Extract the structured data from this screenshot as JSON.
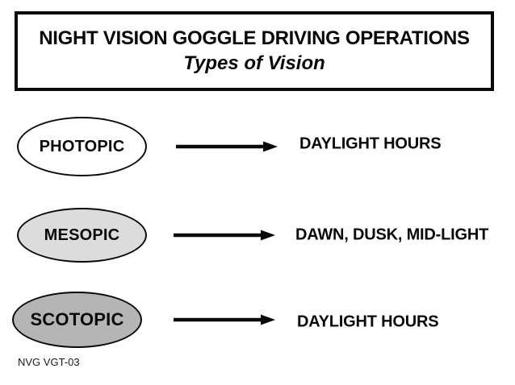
{
  "slide": {
    "title_line1": "NIGHT VISION GOGGLE DRIVING OPERATIONS",
    "title_line2": "Types of Vision",
    "footer": "NVG VGT-03"
  },
  "colors": {
    "background": "#ffffff",
    "text": "#0a0a0a",
    "outline": "#0a0a0a",
    "photopic_fill": "#ffffff",
    "mesopic_fill": "#dcdcdc",
    "scotopic_fill": "#b5b5b5"
  },
  "icons": {
    "arrow": "arrow-right-icon"
  },
  "diagram": {
    "rows": [
      {
        "label": "PHOTOPIC",
        "result": "DAYLIGHT HOURS",
        "fill": "#ffffff"
      },
      {
        "label": "MESOPIC",
        "result": "DAWN, DUSK, MID-LIGHT",
        "fill": "#dcdcdc"
      },
      {
        "label": "SCOTOPIC",
        "result": "DAYLIGHT HOURS",
        "fill": "#b5b5b5"
      }
    ]
  }
}
